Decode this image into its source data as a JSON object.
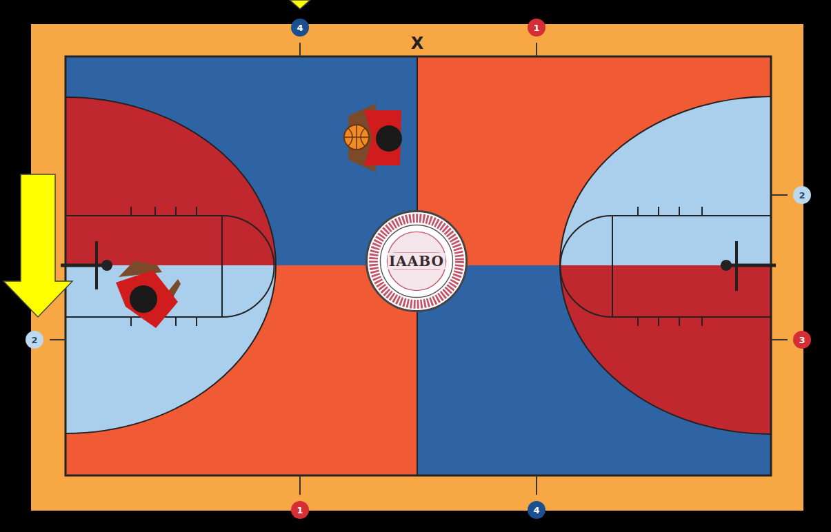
{
  "diagram": {
    "nodes": [
      {
        "text": [
          "4"
        ]
      },
      {
        "text": [
          "1"
        ]
      },
      {
        "text": [
          "2"
        ]
      },
      {
        "text": [
          "IAABO"
        ]
      },
      {
        "text": [
          "2"
        ]
      },
      {
        "text": [
          "3"
        ]
      },
      {
        "text": [
          "1"
        ]
      },
      {
        "text": [
          "4"
        ]
      }
    ],
    "labels": [
      "X"
    ]
  }
}
